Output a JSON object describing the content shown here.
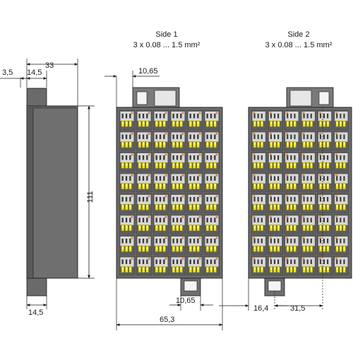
{
  "side1": {
    "title": "Side 1",
    "spec": "3 x 0.08 ... 1.5 mm²"
  },
  "side2": {
    "title": "Side 2",
    "spec": "3 x 0.08 ... 1.5 mm²"
  },
  "dimensions": {
    "d_3_5": "3,5",
    "d_14_5_top": "14,5",
    "d_33": "33",
    "d_111": "111",
    "d_14_5_bottom": "14,5",
    "d_10_65_top": "10,65",
    "d_10_65_bottom": "10,65",
    "d_65_3": "65,3",
    "d_16_4": "16,4",
    "d_31_5": "31,5"
  },
  "grid": {
    "rows": 8,
    "cols": 6
  },
  "colors": {
    "housing": "#707070",
    "housing_dark": "#4a4a4a",
    "module": "#5e5e5e",
    "cell": "#d8d8d8",
    "lever": "#f2e600",
    "accent": "#e08a4a",
    "line": "#1a1a1a"
  }
}
